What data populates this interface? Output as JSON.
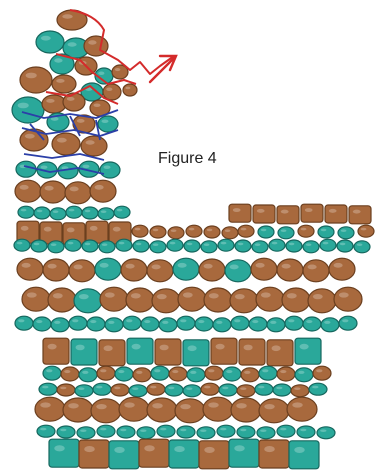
{
  "figure": {
    "label": "Figure 4"
  },
  "colors": {
    "background": "#ffffff",
    "brown_bead": "#a8693d",
    "brown_edge": "#6b3f1f",
    "teal_bead": "#2aa89a",
    "teal_edge": "#16675e",
    "red_thread": "#d42b2b",
    "blue_thread": "#2b3fa8",
    "label_text": "#222222"
  },
  "elements": {
    "red_arrow": "arrow-icon",
    "thread_paths": [
      "red-thread-path",
      "blue-thread-path"
    ]
  }
}
